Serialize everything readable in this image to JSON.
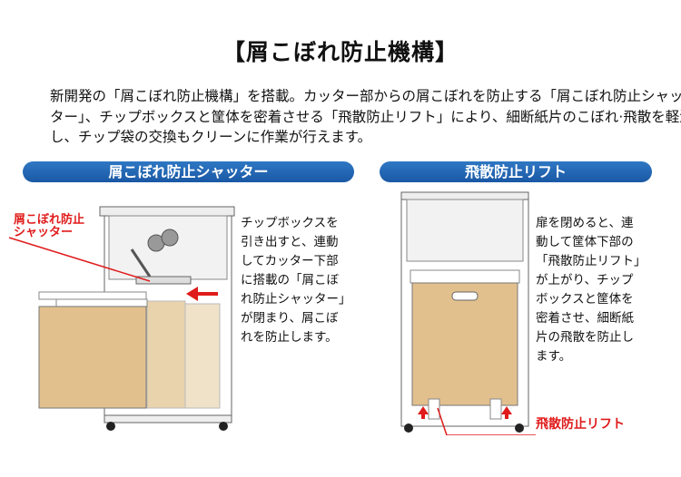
{
  "title": "【屑こぼれ防止機構】",
  "intro_lines": [
    "新開発の「屑こぼれ防止機構」を搭載。カッター部からの屑こぼれを防止する「屑こぼれ防止シャッ",
    "ター」、チップボックスと筐体を密着させる「飛散防止リフト」により、細断紙片のこぼれ·飛散を軽減",
    "し、チップ袋の交換もクリーンに作業が行えます。"
  ],
  "left": {
    "heading": "屑こぼれ防止シャッター",
    "callout": [
      "屑こぼれ防止",
      "シャッター"
    ],
    "desc": [
      "チップボックスを",
      "引き出すと、連動",
      "してカッター下部",
      "に搭載の「屑こぼ",
      "れ防止シャッター」",
      "が閉まり、屑こぼ",
      "れを防止します。"
    ]
  },
  "right": {
    "heading": "飛散防止リフト",
    "callout": "飛散防止リフト",
    "desc": [
      "扉を閉めると、連",
      "動して筐体下部の",
      "「飛散防止リフト」",
      "が上がり、チップ",
      "ボックスと筐体を",
      "密着させ、細断紙",
      "片の飛散を防止し",
      "ます。"
    ]
  },
  "colors": {
    "accent_blue": "#1a58a4",
    "callout_red": "#e01b1b",
    "box_tan": "#e2c08e"
  }
}
